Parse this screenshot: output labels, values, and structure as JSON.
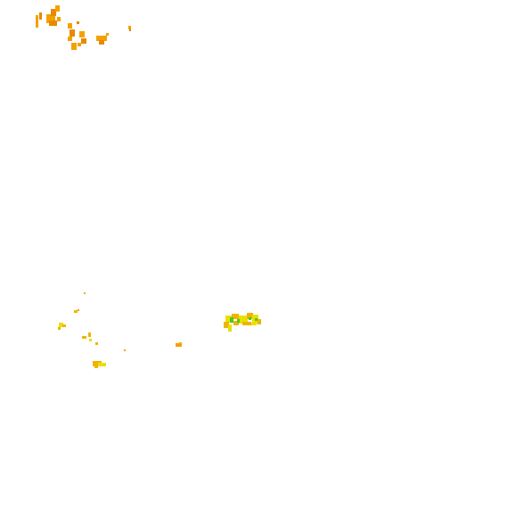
{
  "map": {
    "background": "#ffffff",
    "palette": {
      "orange": "#f5a000",
      "dark_orange": "#e68a00",
      "amber": "#f0b400",
      "yellow": "#e8e000",
      "green": "#44cc22"
    },
    "layers": [
      {
        "name": "northwest-cluster",
        "colors": [
          "orange",
          "dark_orange"
        ]
      },
      {
        "name": "central-cluster",
        "colors": [
          "yellow",
          "amber",
          "green"
        ]
      },
      {
        "name": "southwest-scatter",
        "colors": [
          "amber",
          "yellow",
          "orange"
        ]
      }
    ]
  }
}
